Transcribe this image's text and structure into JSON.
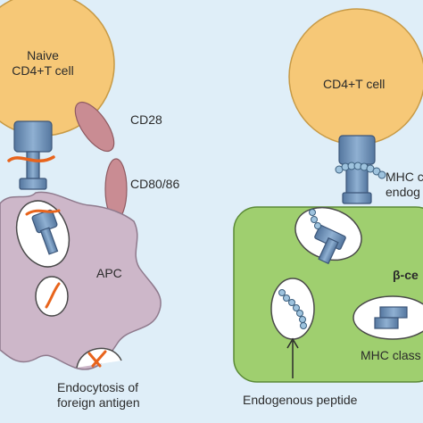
{
  "left": {
    "naive_cell_line1": "Naive",
    "naive_cell_line2": "CD4+T cell",
    "cd28_label": "CD28",
    "cd80_label": "CD80/86",
    "apc_label": "APC",
    "endocytosis_line1": "Endocytosis of",
    "endocytosis_line2": "foreign antigen"
  },
  "right": {
    "cell_label": "CD4+T cell",
    "mhc_line1": "MHC c",
    "mhc_line2": "endog",
    "beta_label": "β-ce",
    "mhc_class_label": "MHC class",
    "peptide_label": "Endogenous peptide"
  },
  "colors": {
    "background": "#dfeef8",
    "t_cell": "#f6c877",
    "apc": "#cdb7c9",
    "costim": "#c98c93",
    "receptor": "#6e8fb6",
    "antigen": "#e8641c",
    "target_cell": "#9fcf6f",
    "peptide_bead": "#9ec3de"
  }
}
